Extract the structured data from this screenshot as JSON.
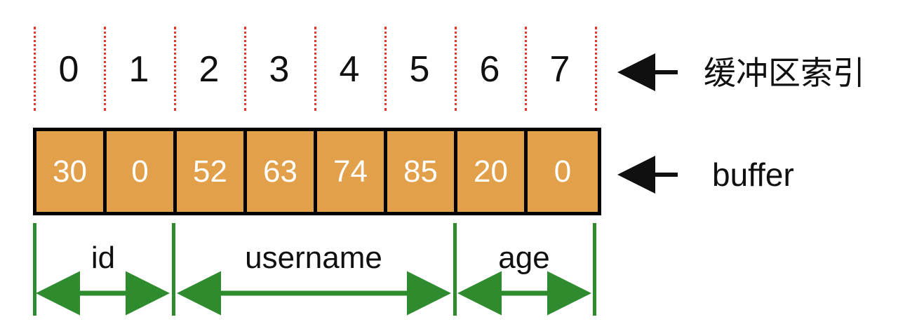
{
  "diagram": {
    "title_hidden": "",
    "colors": {
      "cell_fill": "#e3a04a",
      "cell_border": "#000000",
      "cell_text": "#ffffff",
      "tick_guide": "#e03a30",
      "field_marker": "#2e8b2e",
      "annotation": "#101010",
      "background": "#ffffff"
    },
    "index_ruler": {
      "labels": [
        "0",
        "1",
        "2",
        "3",
        "4",
        "5",
        "6",
        "7"
      ],
      "annotation": "缓冲区索引",
      "arrow": "left-arrow"
    },
    "buffer": {
      "annotation": "buffer",
      "arrow": "left-arrow",
      "cells": [
        {
          "index": "0",
          "value": "30"
        },
        {
          "index": "1",
          "value": "0"
        },
        {
          "index": "2",
          "value": "52"
        },
        {
          "index": "3",
          "value": "63"
        },
        {
          "index": "4",
          "value": "74"
        },
        {
          "index": "5",
          "value": "85"
        },
        {
          "index": "6",
          "value": "20"
        },
        {
          "index": "7",
          "value": "0"
        }
      ]
    },
    "fields": [
      {
        "name": "id",
        "start_index": 0,
        "end_index": 1,
        "span": 2
      },
      {
        "name": "username",
        "start_index": 2,
        "end_index": 5,
        "span": 4
      },
      {
        "name": "age",
        "start_index": 6,
        "end_index": 7,
        "span": 2
      }
    ]
  }
}
